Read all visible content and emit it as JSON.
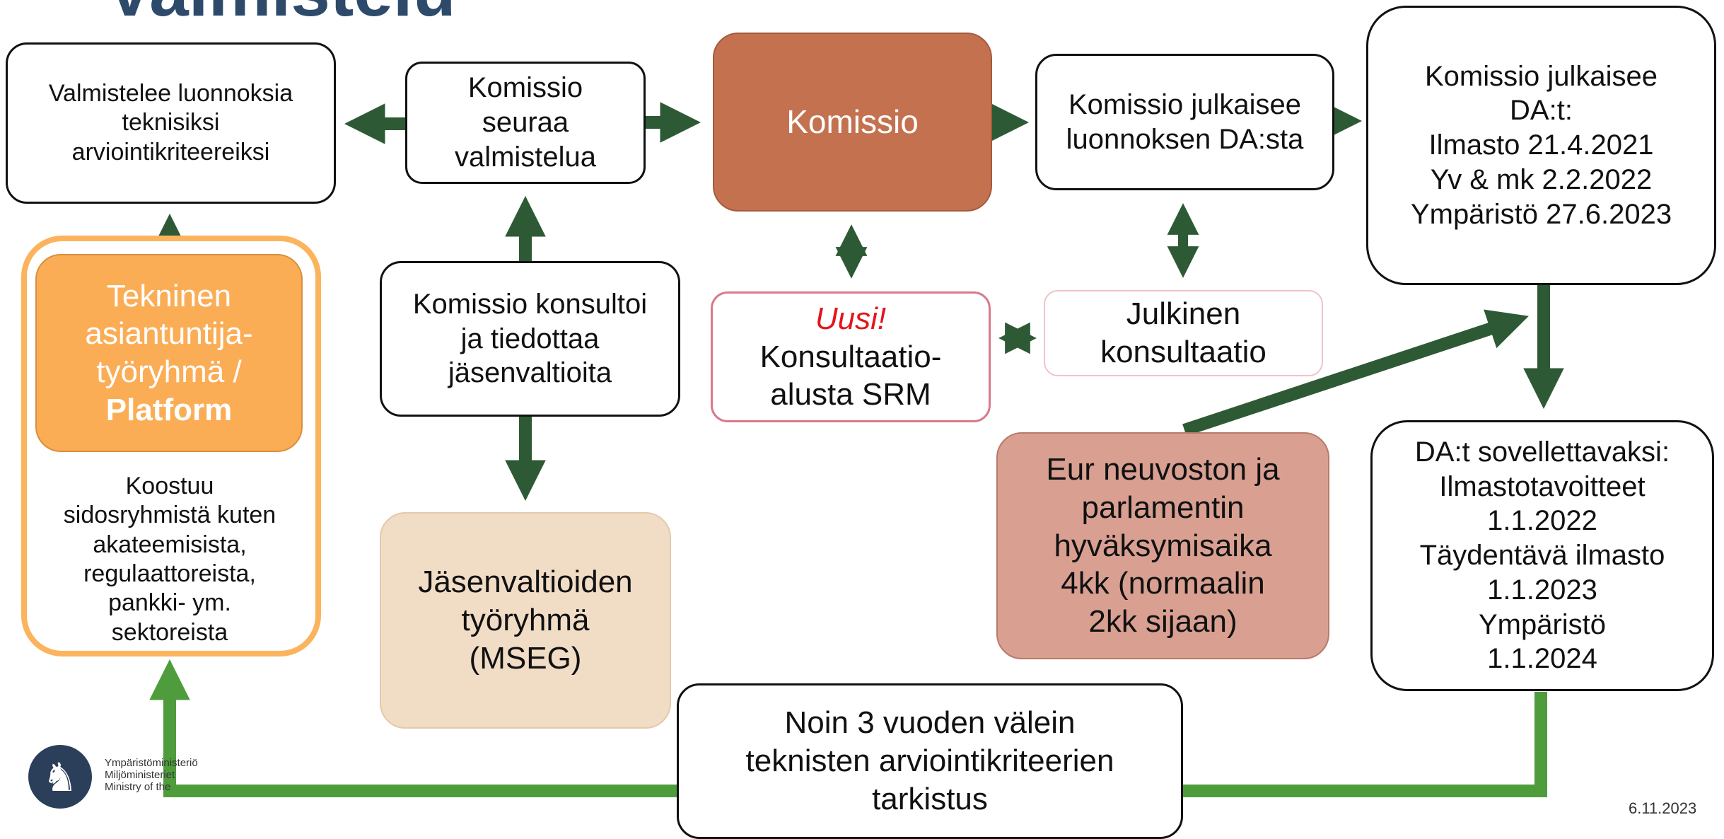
{
  "title": "Valmistelu",
  "nodes": {
    "valmistelee": [
      "Valmistelee luonnoksia",
      "teknisiksi",
      "arviointikriteereiksi"
    ],
    "seuraa": [
      "Komissio",
      "seuraa",
      "valmistelua"
    ],
    "komissio": "Komissio",
    "julkaisee": [
      "Komissio julkaisee",
      "luonnoksen DA:sta"
    ],
    "da": [
      "Komissio julkaisee",
      "DA:t:",
      "Ilmasto 21.4.2021",
      "Yv & mk 2.2.2022",
      "Ympäristö 27.6.2023"
    ],
    "konsultoi": [
      "Komissio konsultoi",
      "ja tiedottaa",
      "jäsenvaltioita"
    ],
    "uusi": {
      "badge": "Uusi!",
      "lines": [
        "Konsultaatio-",
        "alusta SRM"
      ]
    },
    "julkinen": [
      "Julkinen",
      "konsultaatio"
    ],
    "tekninen": {
      "lines": [
        "Tekninen",
        "asiantuntija-",
        "työryhmä /"
      ],
      "bold": "Platform"
    },
    "koostuu": [
      "Koostuu",
      "sidosryhmistä kuten",
      "akateemisista,",
      "regulaattoreista,",
      "pankki- ym.",
      "sektoreista"
    ],
    "mseg": [
      "Jäsenvaltioiden",
      "työryhmä",
      "(MSEG)"
    ],
    "eur": [
      "Eur neuvoston ja",
      "parlamentin",
      "hyväksymisaika",
      "4kk (normaalin",
      "2kk sijaan)"
    ],
    "sovellettavaksi": [
      "DA:t sovellettavaksi:",
      "Ilmastotavoitteet",
      "1.1.2022",
      "Täydentävä ilmasto",
      "1.1.2023",
      "Ympäristö",
      "1.1.2024"
    ],
    "noin": [
      "Noin 3 vuoden välein",
      "teknisten arviointikriteerien",
      "tarkistus"
    ]
  },
  "footer": {
    "logo_lines": [
      "Ympäristöministeriö",
      "Miljöministeriet",
      "Ministry of the"
    ],
    "date": "6.11.2023"
  },
  "colors": {
    "arrow_dark": "#2d5a34",
    "arrow_light": "#4e9c3c",
    "komissio_fill": "#c4714f",
    "tekninen_fill": "#fbad56",
    "platform_border": "#fbb45d",
    "mseg_fill": "#f1dcc6",
    "eur_fill": "#d9a092",
    "uusi_red": "#e3151c"
  }
}
